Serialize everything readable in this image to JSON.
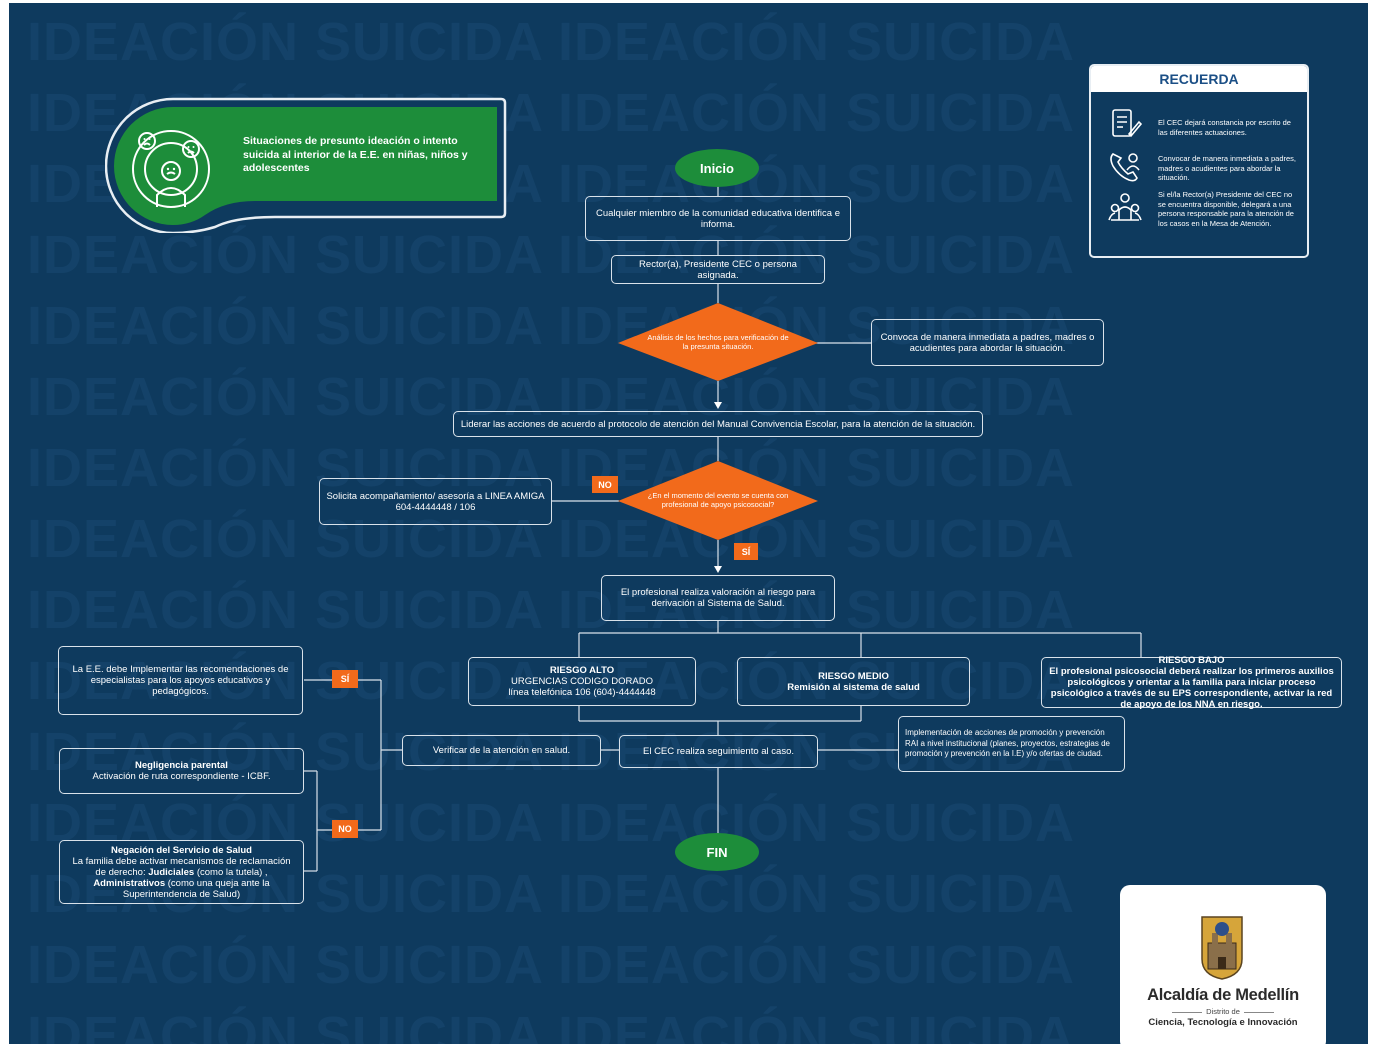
{
  "watermark": "IDEACIÓN SUICIDA IDEACIÓN SUICIDA",
  "title_card": {
    "text": "Situaciones de presunto ideación o intento suicida al interior de la E.E. en niñas, niños y adolescentes",
    "icon": "child-with-emotions-icon"
  },
  "recuerda": {
    "title": "RECUERDA",
    "items": [
      {
        "icon": "signed-document-icon",
        "text": "El CEC dejará constancia por escrito de las diferentes actuaciones."
      },
      {
        "icon": "phone-call-parent-icon",
        "text": "Convocar de manera inmediata a padres, madres o acudientes para abordar la situación."
      },
      {
        "icon": "team-meeting-icon",
        "text": "Si el/la Rector(a) Presidente del CEC no se encuentra disponible, delegará a una persona responsable para la atención de los casos en la Mesa de Atención."
      }
    ]
  },
  "flow": {
    "inicio": "Inicio",
    "fin": "FIN",
    "step1": "Cualquier miembro de la comunidad educativa identifica e informa.",
    "step2": "Rector(a), Presidente CEC o persona asignada.",
    "decision1": "Análisis de los hechos para verificación de la presunta situación.",
    "convoca": "Convoca de manera inmediata a padres, madres o acudientes para   abordar la situación.",
    "liderar": "Liderar las acciones de acuerdo al protocolo de atención del Manual Convivencia Escolar,  para la atención de la situación.",
    "decision2": "¿En el momento del evento se cuenta con profesional de apoyo psicosocial?",
    "no_label": "NO",
    "si_label": "SÍ",
    "linea_amiga": "Solicita acompañamiento/ asesoría a LINEA AMIGA  604-4444448 / 106",
    "valoracion": "El profesional realiza valoración al riesgo para derivación al Sistema de Salud.",
    "riesgo_alto": {
      "title": "RIESGO ALTO",
      "line1": "URGENCIAS CODIGO DORADO",
      "line2": "línea telefónica 106 (604)-4444448"
    },
    "riesgo_medio": {
      "title": "RIESGO MEDIO",
      "line1": "Remisión al sistema de salud"
    },
    "riesgo_bajo": {
      "title": "RIESGO BAJO",
      "text": "El profesional psicosocial  deberá realizar  los primeros auxilios psicológicos y orientar a la familia para iniciar proceso  psicológico a través de su EPS correspondiente, activar la red de apoyo de los NNA en riesgo."
    },
    "verificar": "Verificar de la atención en salud.",
    "seguimiento": "El CEC realiza seguimiento al caso.",
    "implementacion": "Implementación de acciones de promoción y prevención RAI a nivel institucional (planes, proyectos, estrategias de promoción y prevención en la I.E) y/o ofertas de ciudad.",
    "recomendaciones": "La E.E. debe Implementar las recomendaciones de especialistas para los apoyos educativos y pedagógicos.",
    "negligencia": {
      "title": "Negligencia parental",
      "text": "Activación de ruta correspondiente - ICBF."
    },
    "negacion": {
      "title": "Negación del Servicio de Salud",
      "t1": "La familia debe activar mecanismos de reclamación de derecho: ",
      "judiciales": "Judiciales",
      "t2": " (como la tutela) , ",
      "administrativos": "Administrativos",
      "t3": " (como una queja ante la Superintendencia de Salud)"
    }
  },
  "logo": {
    "name": "Alcaldía de Medellín",
    "sub1": "Distrito de",
    "sub2": "Ciencia, Tecnología e Innovación",
    "emblem": "medellin-coat-of-arms-icon"
  },
  "colors": {
    "background": "#0e3a5e",
    "green": "#1d8d3a",
    "orange": "#f26a1b",
    "line": "#d9e2ea"
  }
}
